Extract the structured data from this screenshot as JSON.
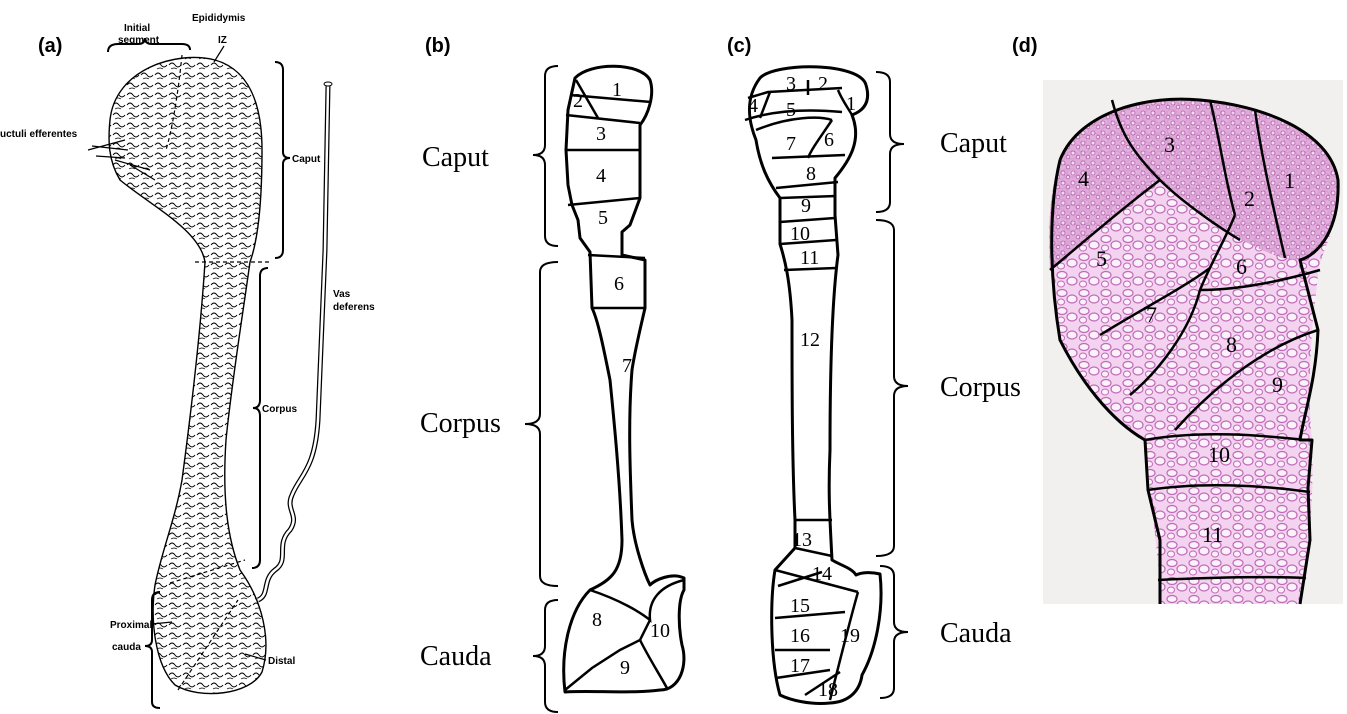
{
  "panels": {
    "a": {
      "label": "(a)",
      "annotations": {
        "initial_segment_line1": "Initial",
        "initial_segment_line2": "segment",
        "epididymis": "Epididymis",
        "iz": "IZ",
        "ductuli": "uctuli efferentes",
        "caput": "Caput",
        "vas_line1": "Vas",
        "vas_line2": "deferens",
        "corpus": "Corpus",
        "proximal": "Proximal",
        "cauda": "cauda",
        "distal": "Distal"
      }
    },
    "b": {
      "label": "(b)",
      "regions": {
        "caput": "Caput",
        "corpus": "Corpus",
        "cauda": "Cauda"
      },
      "segments": [
        "1",
        "2",
        "3",
        "4",
        "5",
        "6",
        "7",
        "8",
        "9",
        "10"
      ]
    },
    "c": {
      "label": "(c)",
      "regions": {
        "caput": "Caput",
        "corpus": "Corpus",
        "cauda": "Cauda"
      },
      "segments": [
        "1",
        "2",
        "3",
        "4",
        "5",
        "6",
        "7",
        "8",
        "9",
        "10",
        "11",
        "12",
        "13",
        "14",
        "15",
        "16",
        "17",
        "18",
        "19"
      ]
    },
    "d": {
      "label": "(d)",
      "segments": [
        "1",
        "2",
        "3",
        "4",
        "5",
        "6",
        "7",
        "8",
        "9",
        "10",
        "11"
      ],
      "tissue_color": "#efc8ea",
      "tubule_color": "#c06ab8"
    }
  }
}
